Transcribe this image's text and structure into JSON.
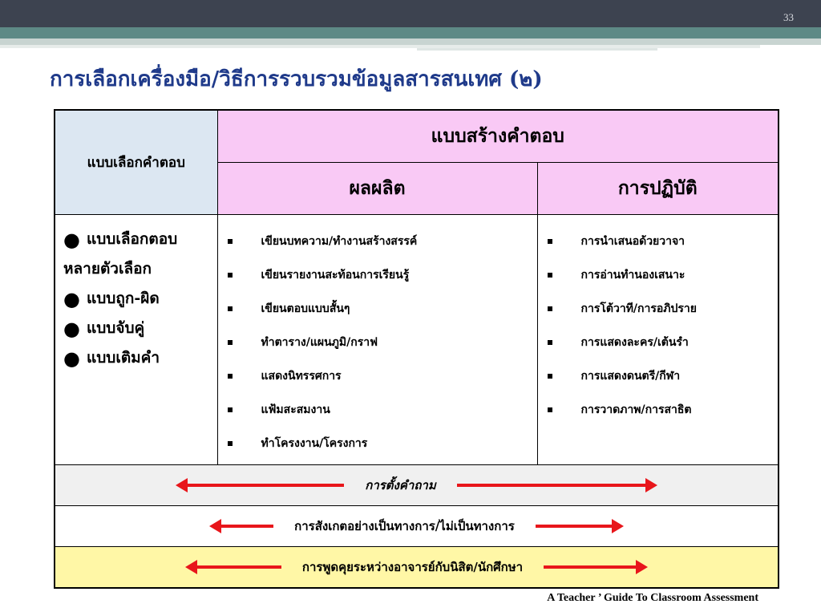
{
  "slide": {
    "number": "33",
    "title": "การเลือกเครื่องมือ/วิธีการรวบรวมข้อมูลสารสนเทศ (๒)",
    "footer": "A Teacher ’ Guide To Classroom Assessment"
  },
  "table": {
    "header_select": "แบบเลือกคำตอบ",
    "header_construct": "แบบสร้างคำตอบ",
    "sub_product": "ผลผลิต",
    "sub_performance": "การปฏิบัติ",
    "select_items": [
      "แบบเลือกตอบ",
      "หลายตัวเลือก",
      "แบบถูก-ผิด",
      "แบบจับคู่",
      "แบบเติมคำ"
    ],
    "product_items": [
      "เขียนบทความ/ทำงานสร้างสรรค์",
      "เขียนรายงานสะท้อนการเรียนรู้",
      "เขียนตอบแบบสั้นๆ",
      "ทำตาราง/แผนภูมิ/กราฟ",
      "แสดงนิทรรศการ",
      "แฟ้มสะสมงาน",
      "ทำโครงงาน/โครงการ"
    ],
    "performance_items": [
      "การนำเสนอด้วยวาจา",
      "การอ่านทำนองเสนาะ",
      "การโต้วาที/การอภิปราย",
      "การแสดงละคร/เต้นรำ",
      "การแสดงดนตรี/กีฬา",
      "การวาดภาพ/การสาธิต"
    ],
    "row_questioning": "การตั้งคำถาม",
    "row_observation": "การสังเกตอย่างเป็นทางการ/ไม่เป็นทางการ",
    "row_interview": "การพูดคุยระหว่างอาจารย์กับนิสิต/นักศึกษา"
  },
  "colors": {
    "title": "#1f3a8a",
    "header_pink": "#f9c9f5",
    "header_blue": "#dce7f2",
    "arrow_red": "#e8161b",
    "interview_row": "#fff7a6"
  }
}
